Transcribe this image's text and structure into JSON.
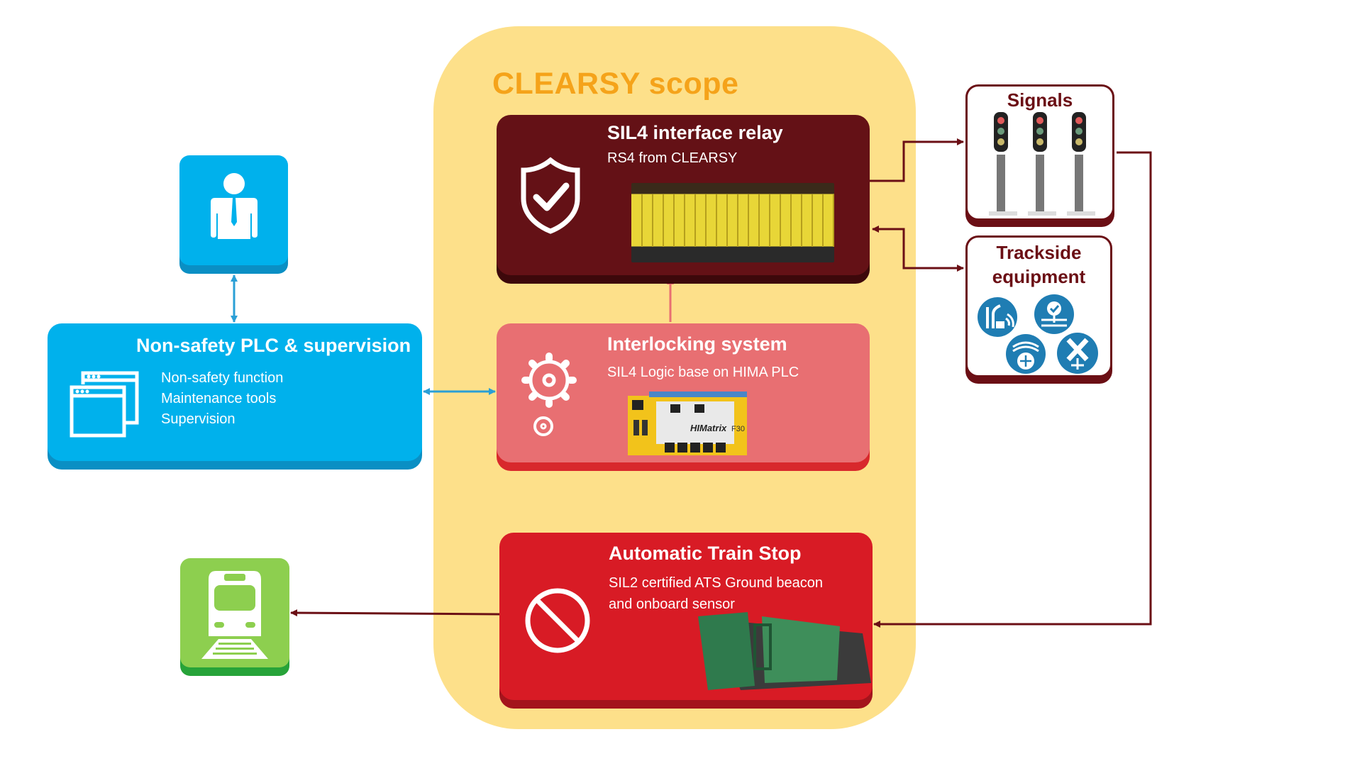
{
  "scope": {
    "title": "CLEARSY scope"
  },
  "sil4_relay": {
    "title": "SIL4 interface relay",
    "subtitle": "RS4 from CLEARSY",
    "icon": "shield-check-icon",
    "image": "relay-rack-photo"
  },
  "interlocking": {
    "title": "Interlocking system",
    "subtitle": "SIL4 Logic base on HIMA PLC",
    "icon": "gears-icon",
    "image_label": "HIMatrix",
    "image_model": "F30"
  },
  "ats": {
    "title": "Automatic Train Stop",
    "subtitle_line1": "SIL2 certified ATS Ground beacon",
    "subtitle_line2": "and onboard sensor",
    "icon": "prohibited-icon",
    "image": "ats-beacon-photo"
  },
  "plc": {
    "title": "Non-safety PLC & supervision",
    "items": [
      "Non-safety function",
      "Maintenance tools",
      "Supervision"
    ],
    "icon": "browser-windows-icon"
  },
  "operator": {
    "icon": "person-icon"
  },
  "train": {
    "icon": "train-icon"
  },
  "signals": {
    "title": "Signals",
    "image": "railway-signals"
  },
  "trackside": {
    "title_line1": "Trackside",
    "title_line2": "equipment",
    "icons": [
      "track-circuit-icon",
      "point-detector-icon",
      "junction-icon",
      "level-crossing-icon"
    ]
  },
  "colors": {
    "scope_bg": "#fde08a",
    "scope_title": "#f5a31a",
    "relay_box": "#641116",
    "interlocking_box": "#e86f72",
    "ats_box": "#d81b25",
    "blue": "#00b1ec",
    "green": "#8dcf4f",
    "maroon_line": "#6b0f15",
    "blue_line": "#2a9fd6",
    "pink_line": "#e86f72",
    "trackside_icon": "#1f7db3"
  }
}
